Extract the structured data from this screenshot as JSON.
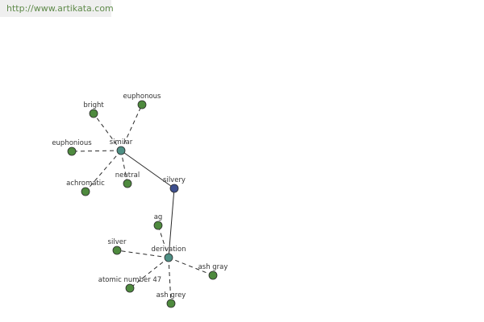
{
  "header": {
    "url": "http://www.artikata.com"
  },
  "colors": {
    "leaf_fill": "#4e8a3e",
    "hub_fill": "#4e8f84",
    "center_fill": "#3e4f8e",
    "stroke": "#2a2a2a"
  },
  "graph": {
    "center": {
      "id": "silvery",
      "label": "silvery"
    },
    "hubs": [
      {
        "id": "similar",
        "label": "similar",
        "leaves": [
          "bright",
          "euphonous",
          "euphonious",
          "achromatic",
          "neutral"
        ]
      },
      {
        "id": "derivation",
        "label": "derivation",
        "leaves": [
          "ag",
          "silver",
          "atomic number 47",
          "ash grey",
          "ash gray"
        ]
      }
    ]
  }
}
